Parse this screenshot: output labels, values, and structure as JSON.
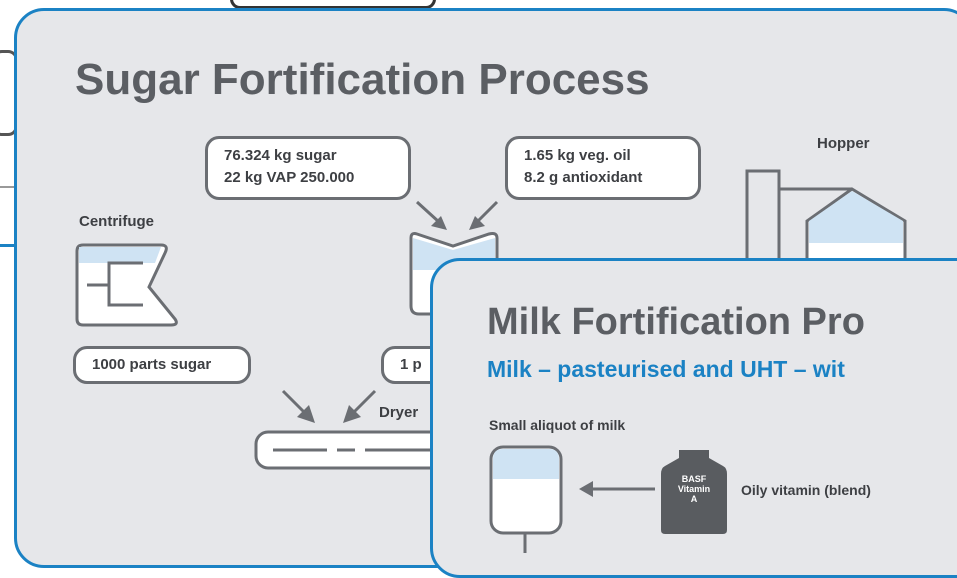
{
  "sugar_card": {
    "title": "Sugar Fortification Process",
    "box_ingredients_1": {
      "line1": "76.324 kg sugar",
      "line2": "22 kg VAP 250.000"
    },
    "box_ingredients_2": {
      "line1": "1.65 kg veg. oil",
      "line2": "8.2 g antioxidant"
    },
    "hopper_label": "Hopper",
    "centrifuge_label": "Centrifuge",
    "sugar_parts_label": "1000 parts sugar",
    "partial_box_label": "1 p",
    "dryer_label": "Dryer"
  },
  "milk_card": {
    "title": "Milk Fortification Pro",
    "subtitle": "Milk – pasteurised and UHT – wit",
    "aliquot_label": "Small aliquot of milk",
    "bottle_text": {
      "line1": "BASF",
      "line2": "Vitamin",
      "line3": "A"
    },
    "oily_vitamin_label": "Oily vitamin (blend)"
  },
  "colors": {
    "frame_blue": "#1b82c4",
    "card_grey": "#e6e7ea",
    "outline_grey": "#6b6e73",
    "liquid_blue": "#cfe3f3"
  }
}
